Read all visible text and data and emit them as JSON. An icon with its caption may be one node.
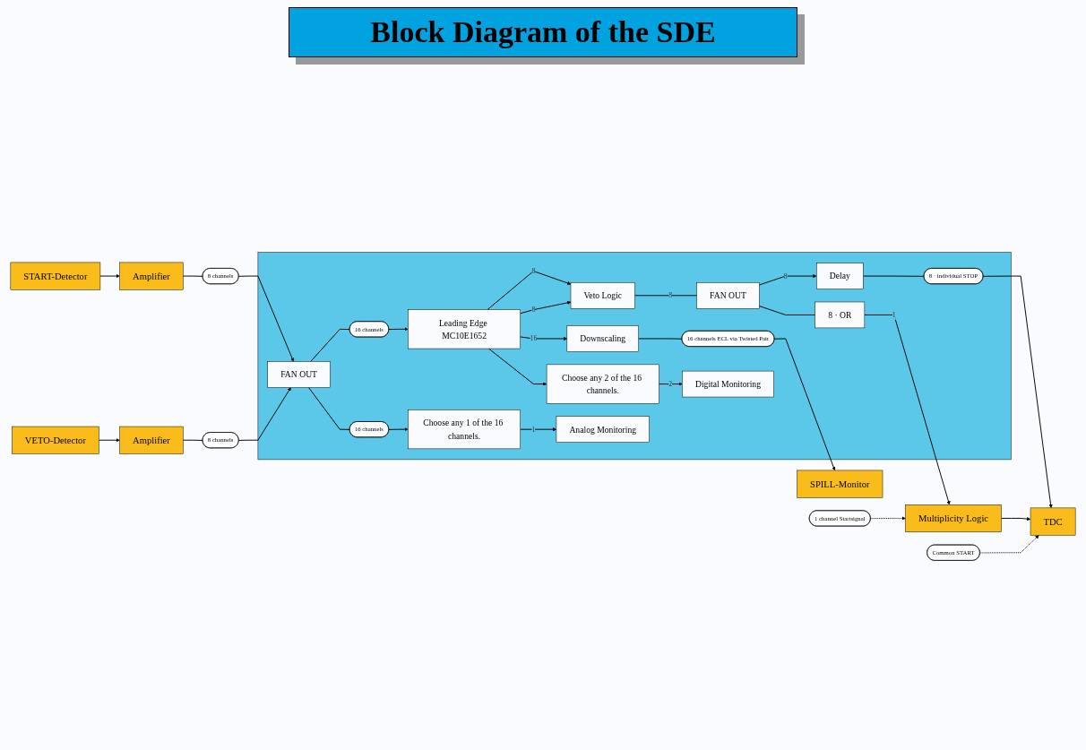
{
  "diagram": {
    "title": "Block Diagram of the SDE",
    "nodes": [
      {
        "text": [
          "START-Detector"
        ]
      },
      {
        "text": [
          "Amplifier"
        ]
      },
      {
        "text": [
          "8 channels"
        ]
      },
      {
        "text": [],
        "shape": "box"
      },
      {
        "text": [
          "Leading Edge MC10E1652"
        ],
        "in": 3
      },
      {
        "text": [
          "Veto Logic"
        ],
        "in": 3
      },
      {
        "text": [
          "FAN OUT"
        ],
        "in": 3
      },
      {
        "text": [
          "8 · OR"
        ],
        "in": 3
      },
      {
        "text": [
          "16 channels"
        ],
        "in": 3
      },
      {
        "text": [
          "FAN OUT"
        ],
        "in": 3
      },
      {
        "text": [
          "16 channels"
        ],
        "in": 3
      },
      {
        "text": [
          "Delay"
        ],
        "in": 3
      },
      {
        "text": [
          "8 · individual STOP"
        ],
        "in": 3
      },
      {
        "text": [
          "Choose any 1 of the 16 channels."
        ],
        "in": 3
      },
      {
        "text": [
          "Downscaling"
        ],
        "in": 3
      },
      {
        "text": [
          "16 channels ECL via Twisted Pair"
        ],
        "in": 3
      },
      {
        "text": [
          "Choose any 2 of the 16 channels."
        ],
        "in": 3
      },
      {
        "text": [
          "Analog Monitoring"
        ],
        "in": 3
      },
      {
        "text": [
          "Digital Monitoring"
        ],
        "in": 3
      },
      {
        "text": [
          "1 channel Startsignal"
        ]
      },
      {
        "text": [
          "Multiplicity Logic"
        ]
      },
      {
        "text": [
          "Common START"
        ]
      },
      {
        "text": [
          "TDC"
        ]
      },
      {
        "text": [
          "SPILL-Monitor"
        ]
      },
      {
        "text": [
          "8 channels"
        ]
      },
      {
        "text": [
          "Amplifier"
        ]
      },
      {
        "text": [
          "VETO-Detector"
        ]
      }
    ],
    "edges": [
      {
        "from": 0,
        "to": 1,
        "arrow": "to"
      },
      {
        "from": 1,
        "to": 2,
        "arrow": "none"
      },
      {
        "from": 2,
        "to": 9,
        "arrow": "to"
      },
      {
        "from": 26,
        "to": 25,
        "arrow": "to"
      },
      {
        "from": 25,
        "to": 24,
        "arrow": "none"
      },
      {
        "from": 24,
        "to": 9,
        "arrow": "to"
      },
      {
        "from": 9,
        "to": 8,
        "arrow": "none"
      },
      {
        "from": 8,
        "to": 4,
        "arrow": "to"
      },
      {
        "from": 9,
        "to": 10,
        "arrow": "none"
      },
      {
        "from": 10,
        "to": 13,
        "arrow": "to"
      },
      {
        "from": 4,
        "to": 5,
        "arrow": "to",
        "label": "8"
      },
      {
        "from": 4,
        "to": 5,
        "arrow": "to",
        "label": "8"
      },
      {
        "from": 5,
        "to": 6,
        "arrow": "none",
        "label": "8"
      },
      {
        "from": 6,
        "to": 7,
        "arrow": "none"
      },
      {
        "from": 7,
        "to": 20,
        "arrow": "to",
        "label": "1"
      },
      {
        "from": 19,
        "to": 20,
        "arrow": "to",
        "style": "dashed"
      },
      {
        "from": 6,
        "to": 11,
        "arrow": "to",
        "label": "8"
      },
      {
        "from": 11,
        "to": 12,
        "arrow": "none"
      },
      {
        "from": 12,
        "to": 22,
        "arrow": "to"
      },
      {
        "from": 20,
        "to": 22,
        "arrow": "to"
      },
      {
        "from": 21,
        "to": 22,
        "arrow": "to",
        "style": "dashed"
      },
      {
        "from": 4,
        "to": 14,
        "arrow": "to",
        "label": "16"
      },
      {
        "from": 4,
        "to": 16,
        "arrow": "to"
      },
      {
        "from": 14,
        "to": 15,
        "arrow": "none"
      },
      {
        "from": 15,
        "to": 23,
        "arrow": "to"
      },
      {
        "from": 16,
        "to": 18,
        "arrow": "to",
        "label": "2"
      },
      {
        "from": 13,
        "to": 17,
        "arrow": "to",
        "label": "1"
      }
    ]
  }
}
